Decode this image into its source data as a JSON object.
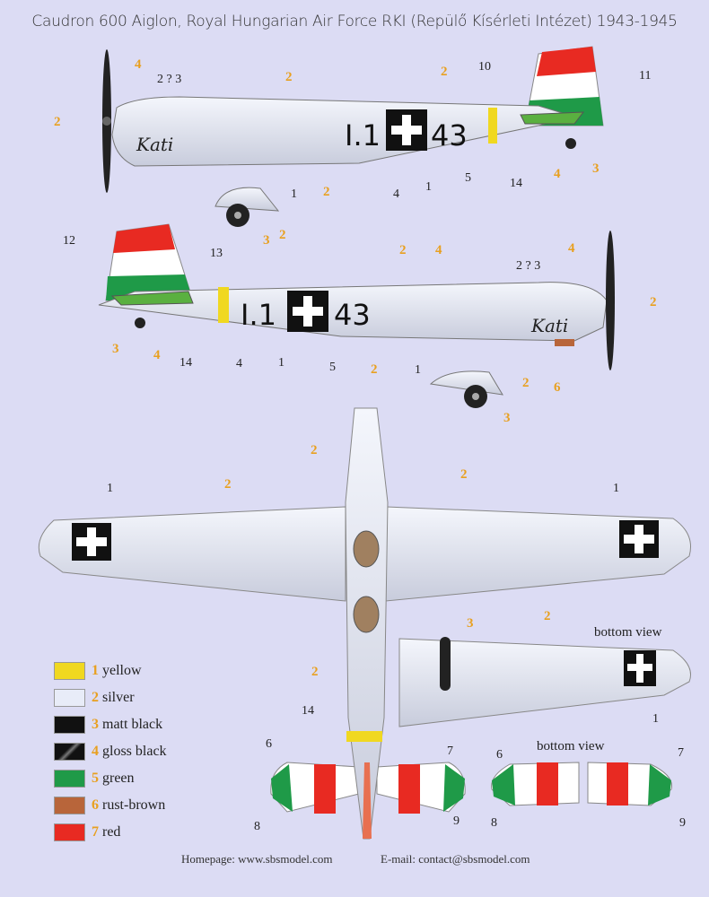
{
  "title": "Caudron 600 Aiglon, Royal Hungarian Air Force RKI (Repülő Kísérleti Intézet) 1943-1945",
  "markings": {
    "code_left": "I.1",
    "code_right": "43",
    "nose_script": "Kati"
  },
  "bottom_view_label": "bottom view",
  "legend": [
    {
      "num": "1",
      "name": "yellow",
      "color": "#f0d820"
    },
    {
      "num": "2",
      "name": "silver",
      "color": "#e8ecf8"
    },
    {
      "num": "3",
      "name": "matt black",
      "color": "#111111"
    },
    {
      "num": "4",
      "name": "gloss black",
      "color": "#1a1a22"
    },
    {
      "num": "5",
      "name": "green",
      "color": "#1f9a48"
    },
    {
      "num": "6",
      "name": "rust-brown",
      "color": "#b8653a"
    },
    {
      "num": "7",
      "name": "red",
      "color": "#e82a22"
    }
  ],
  "callouts": {
    "side1": [
      "4",
      "2 ? 3",
      "2",
      "2",
      "10",
      "11",
      "2",
      "1",
      "2",
      "4",
      "1",
      "5",
      "14",
      "4",
      "3",
      "3",
      "2"
    ],
    "side2": [
      "12",
      "13",
      "2",
      "4",
      "2 ? 3",
      "4",
      "2",
      "3",
      "4",
      "14",
      "4",
      "1",
      "5",
      "2",
      "1",
      "2",
      "6",
      "3"
    ],
    "plan": [
      "2",
      "2",
      "2",
      "1",
      "1",
      "3",
      "2",
      "1",
      "2",
      "14",
      "6",
      "7",
      "8",
      "9",
      "6",
      "7",
      "8",
      "9"
    ]
  },
  "footer": {
    "homepage": "Homepage: www.sbsmodel.com",
    "email": "E-mail: contact@sbsmodel.com"
  }
}
